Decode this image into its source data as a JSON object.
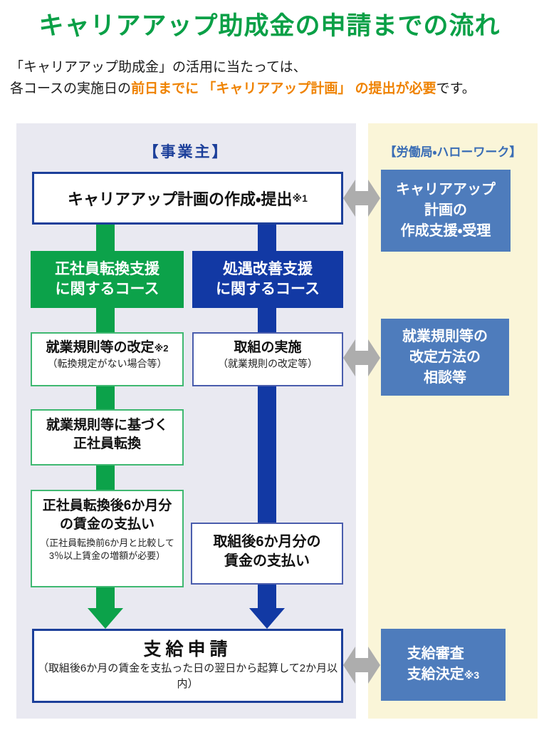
{
  "title": "キャリアアップ助成金の申請までの流れ",
  "intro": {
    "line1": "「キャリアアップ助成金」の活用に当たっては、",
    "line2_prefix": "各コースの実施日の",
    "line2_em": "前日までに 「キャリアアップ計画」 の提出が必要",
    "line2_suffix": "です。"
  },
  "employer": {
    "header": "【事業主】",
    "plan_box": {
      "label": "キャリアアップ計画の作成・提出",
      "ref": "※1"
    },
    "green_course": {
      "line1": "正社員転換支援",
      "line2": "に関するコース"
    },
    "blue_course": {
      "line1": "処遇改善支援",
      "line2": "に関するコース"
    },
    "green_step1": {
      "title": "就業規則等の改定",
      "ref": "※2",
      "sub": "（転換規定がない場合等）"
    },
    "green_step2": {
      "line1": "就業規則等に基づく",
      "line2": "正社員転換"
    },
    "green_step3": {
      "line1": "正社員転換後6か月分",
      "line2": "の賃金の支払い",
      "sub1": "（正社員転換前6か月と比較して",
      "sub2": "3％以上賃金の増額が必要）"
    },
    "blue_step1": {
      "title": "取組の実施",
      "sub": "（就業規則の改定等）"
    },
    "blue_step2": {
      "line1": "取組後6か月分の",
      "line2": "賃金の支払い"
    },
    "apply_box": {
      "title": "支給申請",
      "sub": "（取組後6か月の賃金を支払った日の翌日から起算して2か月以内）"
    }
  },
  "agency": {
    "header": "【労働局・ハローワーク】",
    "box1": {
      "line1": "キャリアアップ",
      "line2": "計画の",
      "line3": "作成支援・受理"
    },
    "box2": {
      "line1": "就業規則等の",
      "line2": "改定方法の",
      "line3": "相談等"
    },
    "box3": {
      "line1": "支給審査",
      "line2": "支給決定",
      "ref": "※3"
    }
  },
  "colors": {
    "title_green": "#0aa047",
    "flow_green": "#0ca24a",
    "flow_blue": "#1239a4",
    "navy_border": "#1c3f9a",
    "green_border": "#3fb871",
    "slate_border": "#4a5dad",
    "agency_box_blue": "#4e7cbc",
    "agency_header_blue": "#3a6db5",
    "employer_panel_bg": "#e9e9f1",
    "agency_panel_bg": "#faf5d8",
    "highlight_orange": "#ef8200",
    "connector_gray": "#adadad"
  }
}
